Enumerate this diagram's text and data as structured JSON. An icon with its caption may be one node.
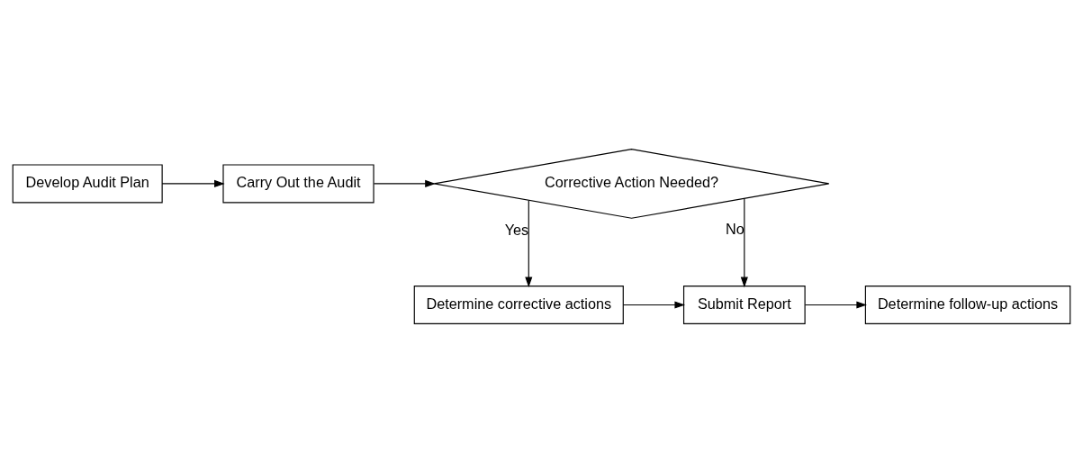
{
  "diagram": {
    "nodes": [
      {
        "text": [
          "Develop Audit Plan"
        ]
      },
      {
        "text": [
          "Carry Out the Audit"
        ]
      },
      {
        "text": [
          "Corrective Action Needed?"
        ]
      },
      {
        "text": [
          "Determine corrective actions"
        ]
      },
      {
        "text": [
          "Submit Report"
        ]
      },
      {
        "text": [
          "Determine follow-up actions"
        ]
      }
    ],
    "edges": [
      {
        "from": 0,
        "to": 1,
        "arrow": "to"
      },
      {
        "from": 1,
        "to": 2,
        "arrow": "to"
      },
      {
        "from": 2,
        "to": 3,
        "arrow": "to",
        "label": "Yes"
      },
      {
        "from": 2,
        "to": 4,
        "arrow": "to",
        "label": "No"
      },
      {
        "from": 3,
        "to": 4,
        "arrow": "to"
      },
      {
        "from": 4,
        "to": 5,
        "arrow": "to"
      }
    ]
  }
}
